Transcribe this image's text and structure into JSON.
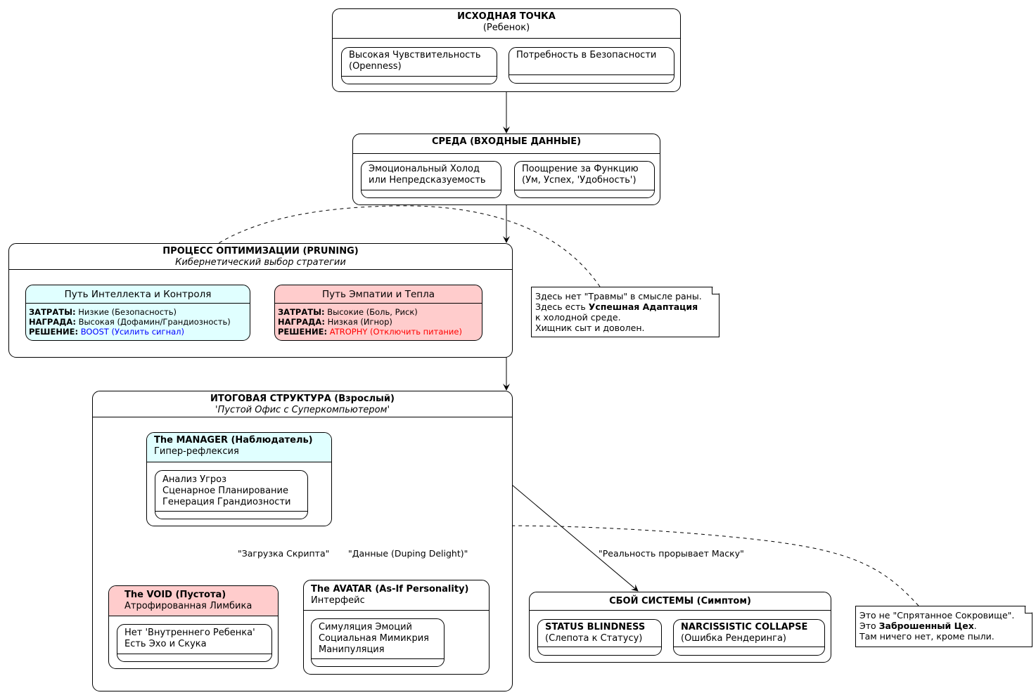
{
  "start": {
    "title": "ИСХОДНАЯ ТОЧКА",
    "subtitle": "(Ребенок)",
    "sub": [
      "Высокая Чувствительность\n(Openness)",
      "Потребность в Безопасности"
    ]
  },
  "env": {
    "title": "СРЕДА (ВХОДНЫЕ ДАННЫЕ)",
    "sub": [
      "Эмоциональный Холод\nили Непредсказуемость",
      "Поощрение за Функцию\n(Ум, Успех, 'Удобность')"
    ]
  },
  "pruning": {
    "title": "ПРОЦЕСС ОПТИМИЗАЦИИ (PRUNING)",
    "subtitle": "Кибернетический выбор стратегии",
    "intellect": {
      "title": "Путь Интеллекта и Контроля",
      "cost_k": "ЗАТРАТЫ:",
      "cost": " Низкие (Безопасность)",
      "reward_k": "НАГРАДА:",
      "reward": " Высокая (Дофамин/Грандиозность)",
      "decision_k": "РЕШЕНИЕ:",
      "decision": " BOOST (Усилить сигнал)",
      "decision_color": "#0000FF",
      "fill": "#E0FFFF"
    },
    "empathy": {
      "title": "Путь Эмпатии и Тепла",
      "cost_k": "ЗАТРАТЫ:",
      "cost": " Высокие (Боль, Риск)",
      "reward_k": "НАГРАДА:",
      "reward": " Низкая (Игнор)",
      "decision_k": "РЕШЕНИЕ:",
      "decision": " ATROPHY (Отключить питание)",
      "decision_color": "#FF0000",
      "fill": "#FFCCCC"
    }
  },
  "note1": {
    "l1": "Здесь нет \"Травмы\" в смысле раны.",
    "l2a": "Здесь есть ",
    "l2b": "Успешная Адаптация",
    "l3": "к холодной среде.",
    "l4": "Хищник сыт и доволен."
  },
  "final": {
    "title": "ИТОГОВАЯ СТРУКТУРА (Взрослый)",
    "subtitle": "'Пустой Офис с Суперкомпьютером'",
    "manager": {
      "title": "The MANAGER (Наблюдатель)",
      "subtitle": "Гипер-рефлексия",
      "inner": "Анализ Угроз\nСценарное Планирование\nГенерация Грандиозности"
    },
    "void": {
      "title": "The VOID (Пустота)",
      "subtitle": "Атрофированная Лимбика",
      "inner": "Нет 'Внутреннего Ребенка'\nЕсть Эхо и Скука"
    },
    "avatar": {
      "title": "The AVATAR (As-If Personality)",
      "subtitle": "Интерфейс",
      "inner": "Симуляция Эмоций\nСоциальная Мимикрия\nМанипуляция"
    }
  },
  "failure": {
    "title": "СБОЙ СИСТЕМЫ (Симптом)",
    "sub": [
      {
        "t": "STATUS BLINDNESS",
        "s": "(Слепота к Статусу)"
      },
      {
        "t": "NARCISSISTIC COLLAPSE",
        "s": "(Ошибка Рендеринга)"
      }
    ]
  },
  "note2": {
    "l1": "Это не \"Спрятанное Сокровище\".",
    "l2a": "Это ",
    "l2b": "Заброшенный Цех",
    "l2c": ".",
    "l3": "Там ничего нет, кроме пыли."
  },
  "edges": {
    "script": "\"Загрузка Скрипта\"",
    "data": "\"Данные (Duping Delight)\"",
    "reality": "\"Реальность прорывает Маску\""
  }
}
